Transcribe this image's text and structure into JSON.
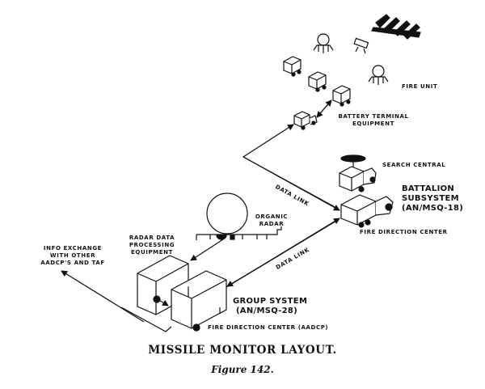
{
  "caption": {
    "title": "MISSILE MONITOR LAYOUT.",
    "figure": "Figure 142."
  },
  "labels": {
    "fire_unit": "FIRE UNIT",
    "battery_terminal": [
      "BATTERY TERMINAL",
      "EQUIPMENT"
    ],
    "search_central": "SEARCH CENTRAL",
    "battalion_subsystem": [
      "BATTALION",
      "SUBSYSTEM",
      "(AN/MSQ-18)"
    ],
    "battalion_fdc": "FIRE DIRECTION CENTER",
    "data_link_upper": "DATA LINK",
    "data_link_lower": "DATA LINK",
    "organic_radar": [
      "ORGANIC",
      "RADAR"
    ],
    "radar_data_processing": [
      "RADAR DATA",
      "PROCESSING",
      "EQUIPMENT"
    ],
    "info_exchange": [
      "INFO EXCHANGE",
      "WITH OTHER",
      "AADCP'S AND TAF"
    ],
    "group_system": [
      "GROUP SYSTEM",
      "(AN/MSQ-28)"
    ],
    "group_fdc": "FIRE DIRECTION CENTER (AADCP)"
  }
}
